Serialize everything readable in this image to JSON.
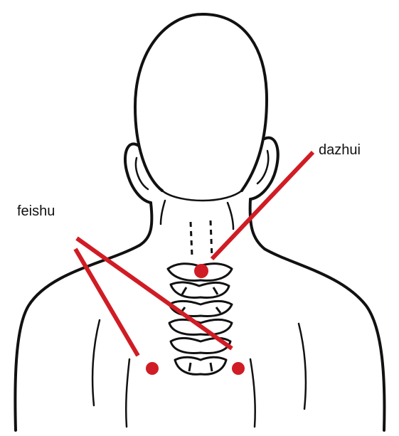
{
  "labels": {
    "dazhui": "dazhui",
    "feishu": "feishu"
  },
  "colors": {
    "ink": "#111111",
    "accent": "#d01c24",
    "background": "#ffffff"
  },
  "icons": {
    "figure": "human-back-of-head-and-shoulders-outline",
    "marker": "acupoint-dot"
  }
}
